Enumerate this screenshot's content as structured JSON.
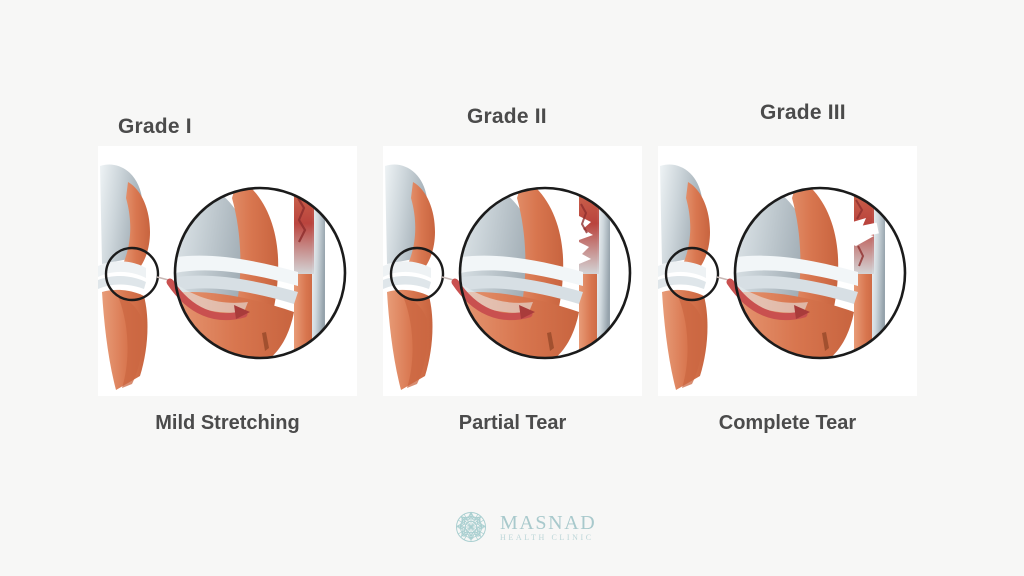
{
  "page": {
    "background_color": "#f7f7f6",
    "title_color": "#4b4b4b",
    "panel_background": "#ffffff"
  },
  "panels": [
    {
      "grade": "Grade I",
      "caption": "Mild Stretching",
      "severity": "mild",
      "illustration": "knee-joint-ligament-sprain-grade-1"
    },
    {
      "grade": "Grade II",
      "caption": "Partial Tear",
      "severity": "partial",
      "illustration": "knee-joint-ligament-sprain-grade-2"
    },
    {
      "grade": "Grade III",
      "caption": "Complete Tear",
      "severity": "complete",
      "illustration": "knee-joint-ligament-sprain-grade-3"
    }
  ],
  "logo": {
    "name": "MASNAD",
    "subtitle": "HEALTH CLINIC",
    "mark": "mandala-rosette-icon",
    "color": "#a8c9cc"
  },
  "art_colors": {
    "bone": "#c9d2d8",
    "bone_light": "#eef2f4",
    "muscle": "#d9744c",
    "muscle_light": "#e79b74",
    "ligament_red": "#c0504d",
    "arrow": "#c9504f",
    "outline": "#1a1a1a"
  }
}
